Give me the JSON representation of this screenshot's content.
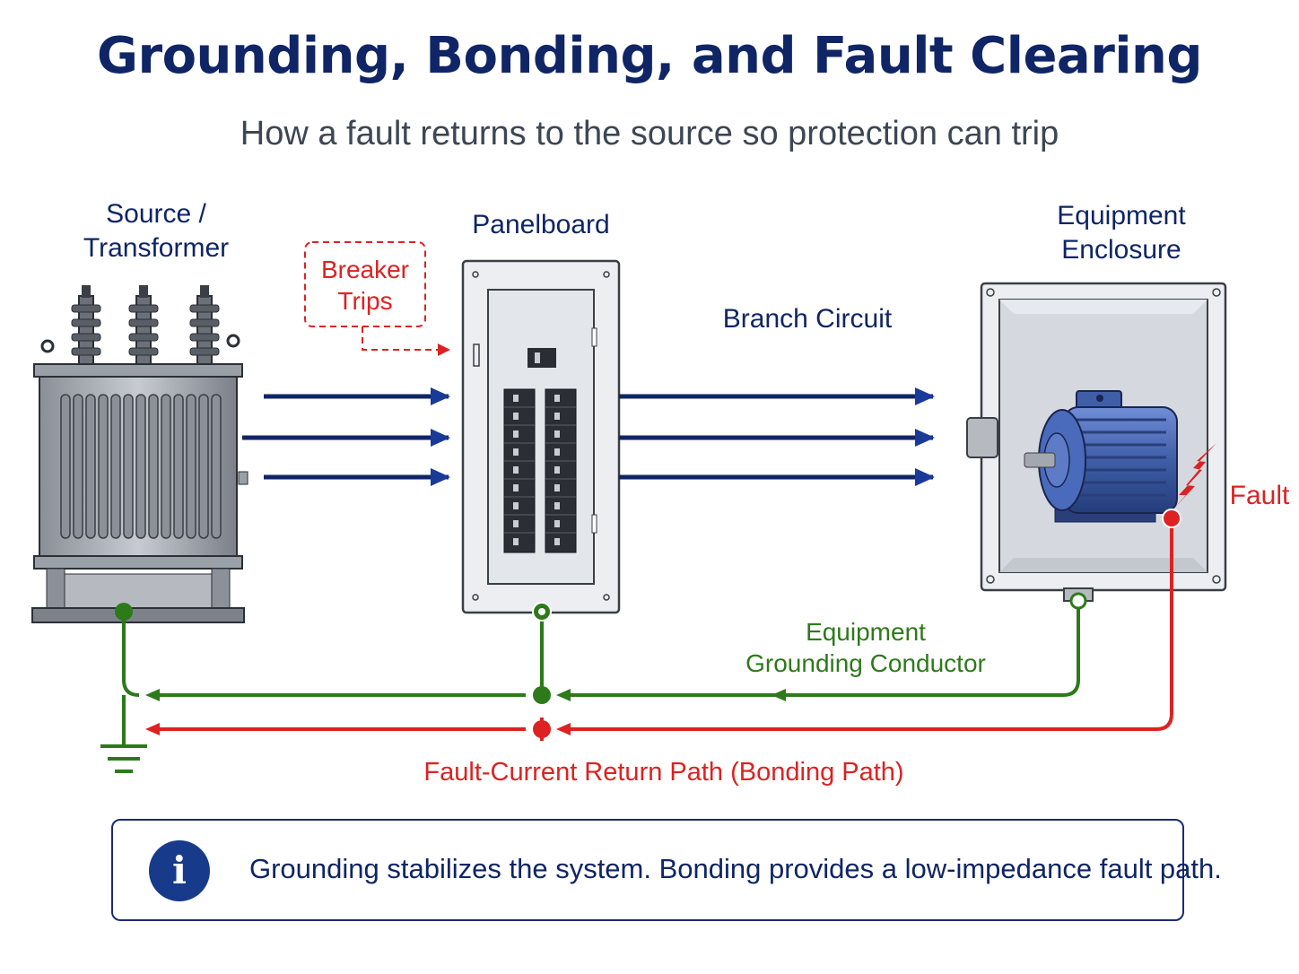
{
  "title": "Grounding, Bonding, and Fault Clearing",
  "subtitle": "How a fault returns to the source so protection can trip",
  "labels": {
    "source_line1": "Source /",
    "source_line2": "Transformer",
    "panelboard": "Panelboard",
    "equipment_line1": "Equipment",
    "equipment_line2": "Enclosure",
    "breaker_line1": "Breaker",
    "breaker_line2": "Trips",
    "branch_circuit": "Branch Circuit",
    "fault": "Fault",
    "egc_line1": "Equipment",
    "egc_line2": "Grounding Conductor",
    "return_path": "Fault-Current Return Path (Bonding Path)"
  },
  "info": {
    "icon": "info-icon",
    "text": "Grounding stabilizes the system. Bonding provides a low-impedance fault path."
  },
  "colors": {
    "title": "#0f2566",
    "conductor": "#0f2566",
    "grounding": "#2d7a1a",
    "fault": "#dc2222",
    "motor": "#3f5ea8"
  }
}
